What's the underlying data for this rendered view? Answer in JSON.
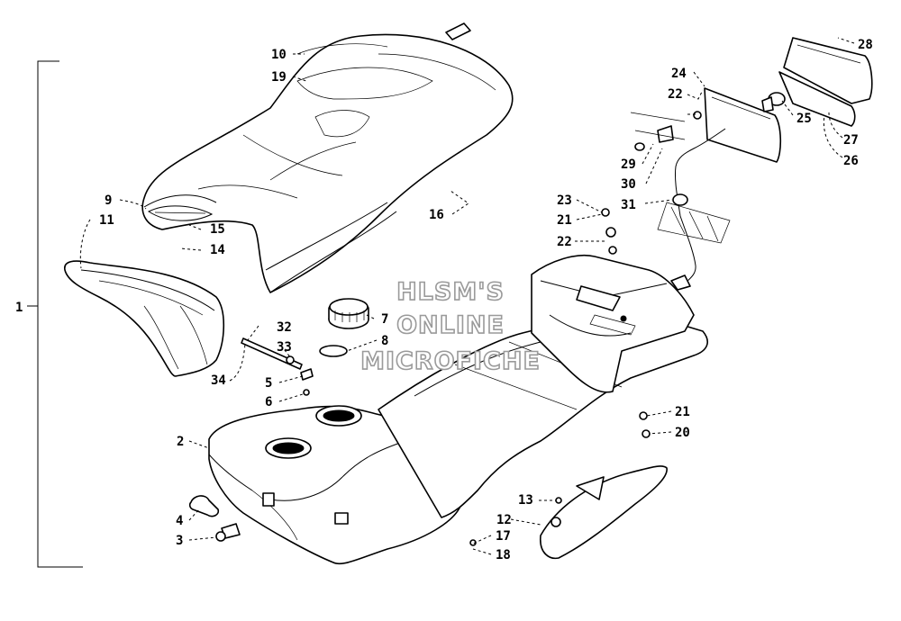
{
  "watermark": {
    "line1": "HLSM'S",
    "line2": "ONLINE",
    "line3": "MICROFICHE"
  },
  "callouts": {
    "c1": "1",
    "c2": "2",
    "c3": "3",
    "c4": "4",
    "c5": "5",
    "c6": "6",
    "c7": "7",
    "c8": "8",
    "c9": "9",
    "c10": "10",
    "c11": "11",
    "c12": "12",
    "c13": "13",
    "c14": "14",
    "c15": "15",
    "c16": "16",
    "c17": "17",
    "c18": "18",
    "c19": "19",
    "c20": "20",
    "c21a": "21",
    "c21b": "21",
    "c22a": "22",
    "c22b": "22",
    "c23": "23",
    "c24": "24",
    "c25": "25",
    "c26": "26",
    "c27": "27",
    "c28": "28",
    "c29": "29",
    "c30": "30",
    "c31": "31",
    "c32": "32",
    "c33": "33",
    "c34": "34"
  }
}
